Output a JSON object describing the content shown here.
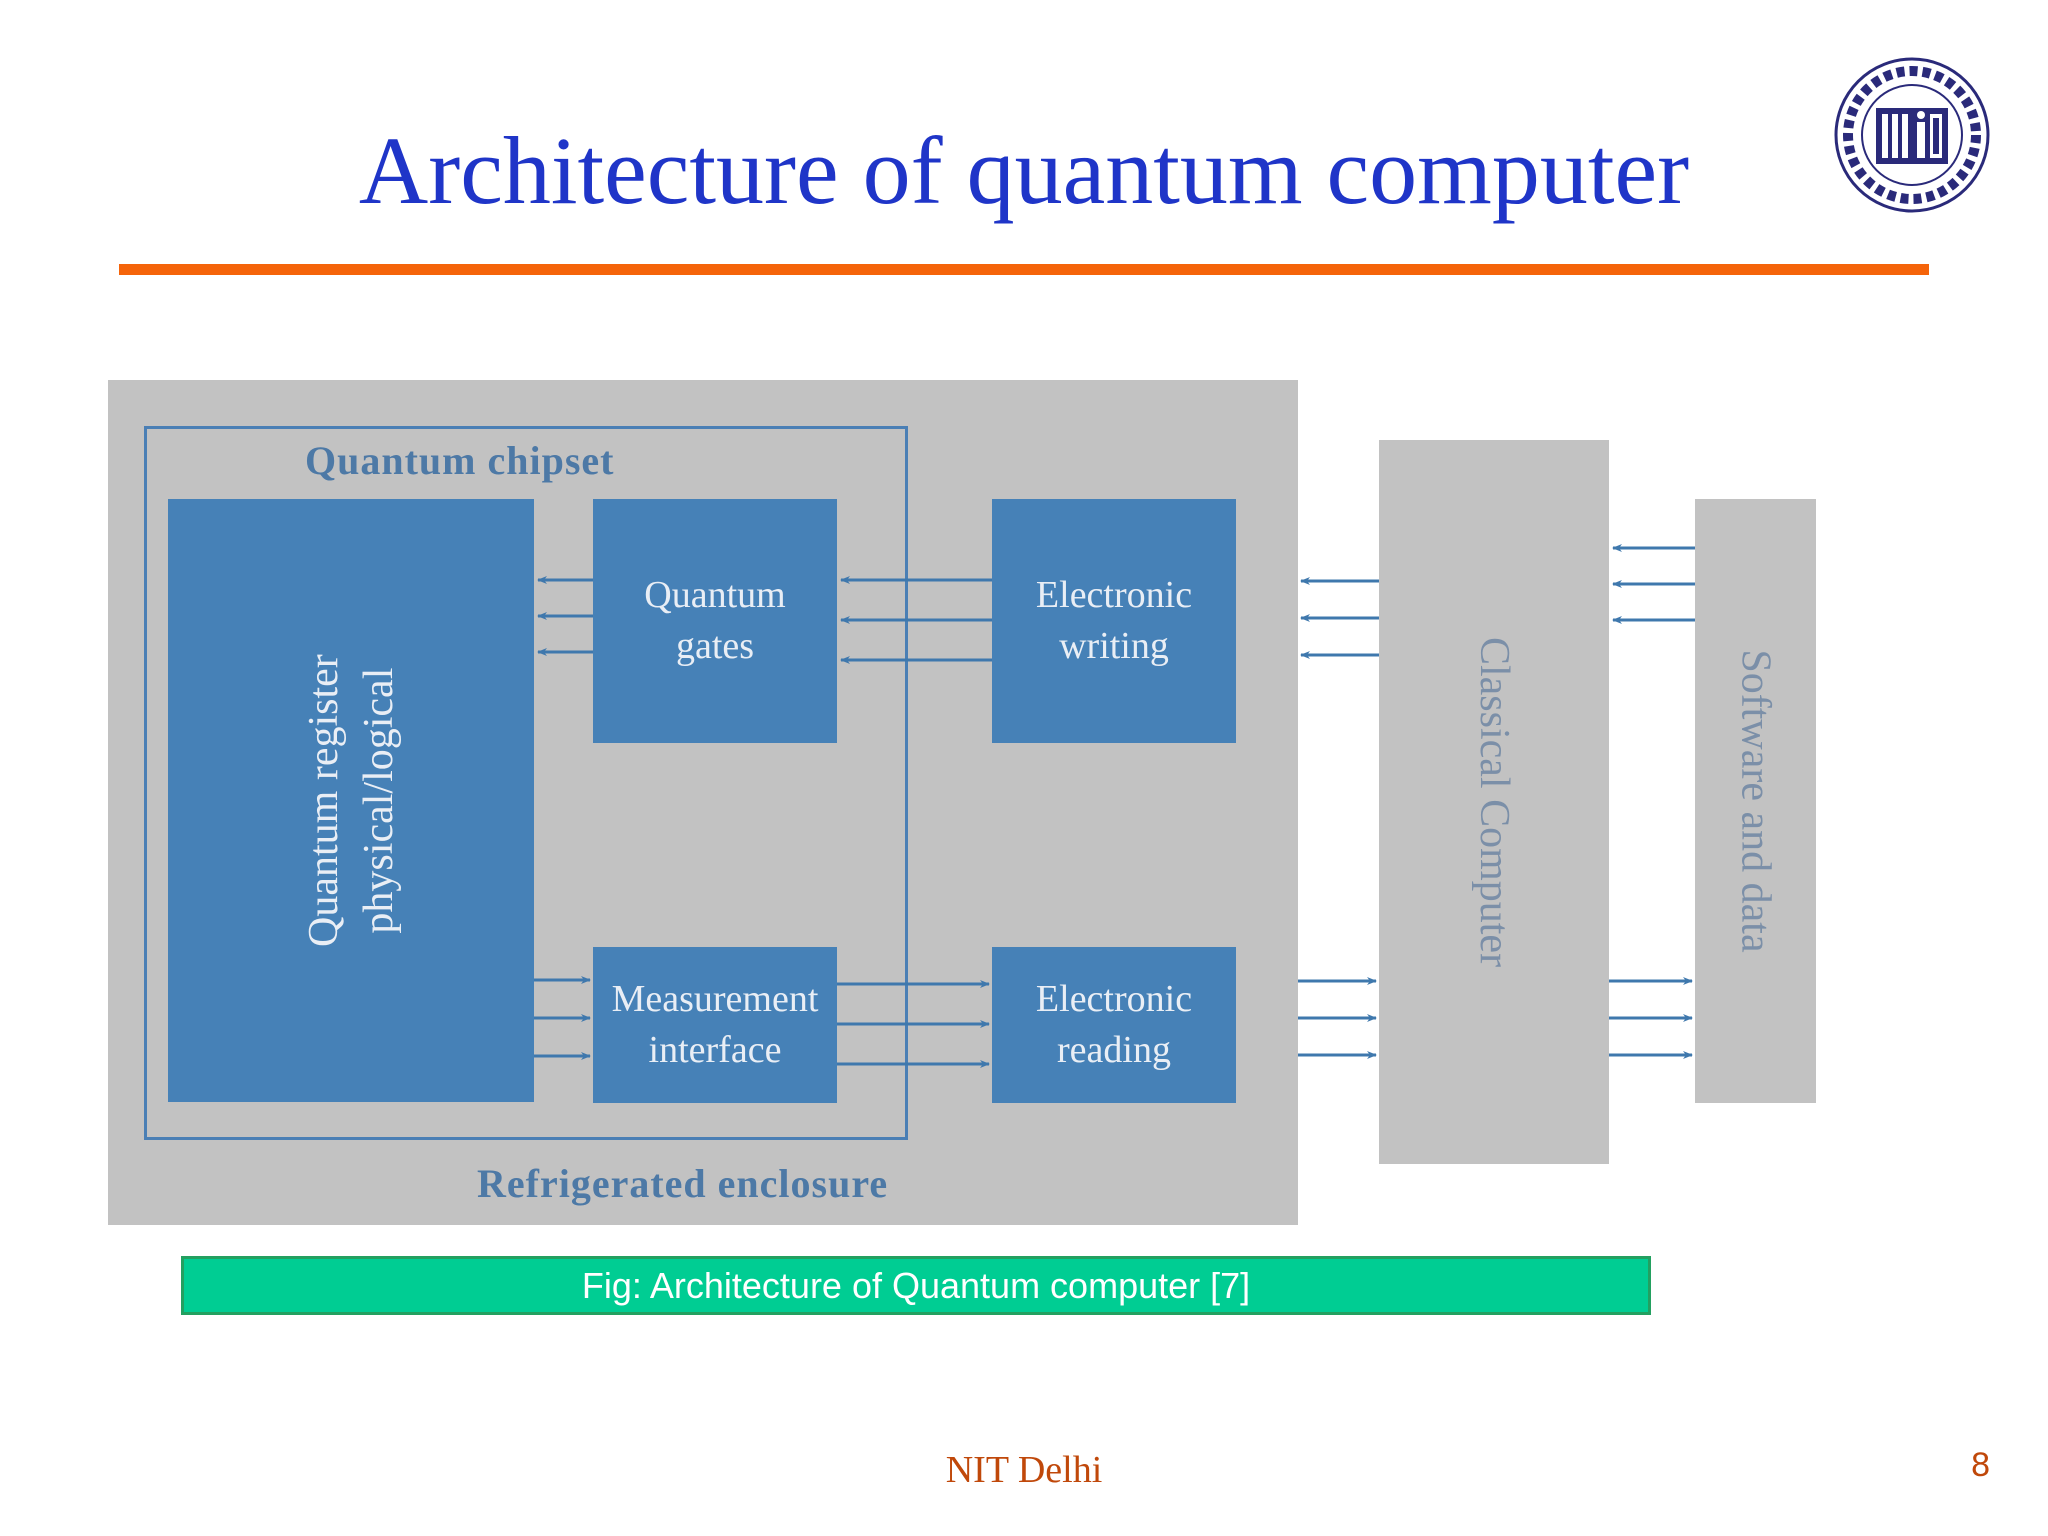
{
  "slide": {
    "title": "Architecture of quantum computer",
    "footer": "NIT Delhi",
    "page_number": "8"
  },
  "logo": {
    "name": "nit-delhi-logo-icon"
  },
  "diagram": {
    "enclosure_label": "Refrigerated enclosure",
    "chipset_label": "Quantum chipset",
    "quantum_register": {
      "line1": "Quantum register",
      "line2": "physical/logical"
    },
    "quantum_gates": {
      "line1": "Quantum",
      "line2": "gates"
    },
    "measurement_interface": {
      "line1": "Measurement",
      "line2": "interface"
    },
    "electronic_writing": {
      "line1": "Electronic",
      "line2": "writing"
    },
    "electronic_reading": {
      "line1": "Electronic",
      "line2": "reading"
    },
    "classical_computer": "Classical Computer",
    "software_and_data": "Software and data"
  },
  "caption": "Fig: Architecture of Quantum computer [7]",
  "colors": {
    "title": "#1f35c8",
    "rule": "#f5640a",
    "box_blue": "#4681b7",
    "panel_gray": "#c2c2c2",
    "caption_bg": "#00cd93",
    "footer": "#c0480a"
  }
}
